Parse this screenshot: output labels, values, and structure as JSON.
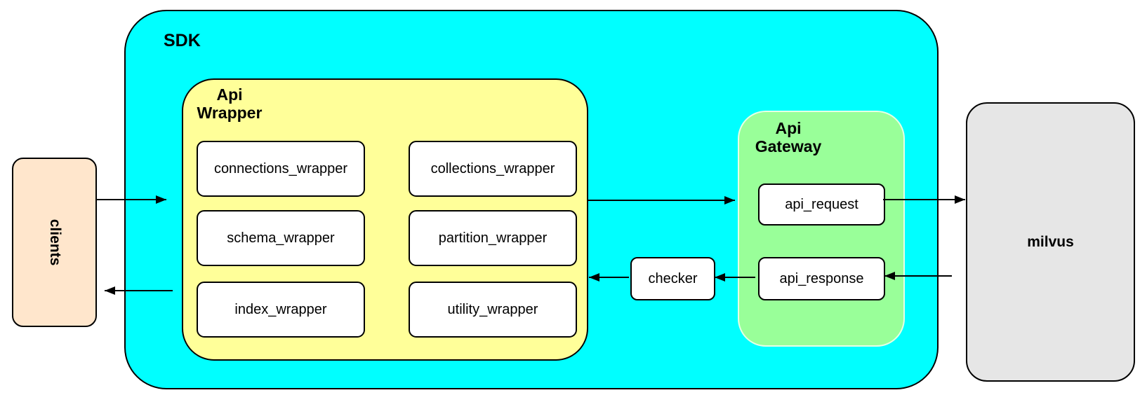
{
  "diagram": {
    "clients": {
      "label": "clients"
    },
    "sdk": {
      "label": "SDK"
    },
    "api_wrapper": {
      "label": "Api\nWrapper",
      "boxes": [
        "connections_wrapper",
        "collections_wrapper",
        "schema_wrapper",
        "partition_wrapper",
        "index_wrapper",
        "utility_wrapper"
      ]
    },
    "checker": {
      "label": "checker"
    },
    "api_gateway": {
      "label": "Api\nGateway",
      "boxes": [
        "api_request",
        "api_response"
      ]
    },
    "milvus": {
      "label": "milvus"
    },
    "edges": [
      {
        "from": "clients",
        "to": "api_wrapper",
        "direction": "right"
      },
      {
        "from": "api_wrapper",
        "to": "api_gateway",
        "direction": "right"
      },
      {
        "from": "api_request",
        "to": "milvus",
        "direction": "right"
      },
      {
        "from": "milvus",
        "to": "api_response",
        "direction": "left"
      },
      {
        "from": "api_response",
        "to": "checker",
        "direction": "left"
      },
      {
        "from": "checker",
        "to": "api_wrapper",
        "direction": "left"
      },
      {
        "from": "sdk",
        "to": "clients",
        "direction": "left"
      }
    ],
    "colors": {
      "sdk_fill": "#00ffff",
      "api_wrapper_fill": "#ffff99",
      "api_gateway_fill": "#99ff99",
      "clients_fill": "#ffe6cc",
      "milvus_fill": "#e6e6e6",
      "node_fill": "#ffffff",
      "stroke": "#000000"
    }
  }
}
